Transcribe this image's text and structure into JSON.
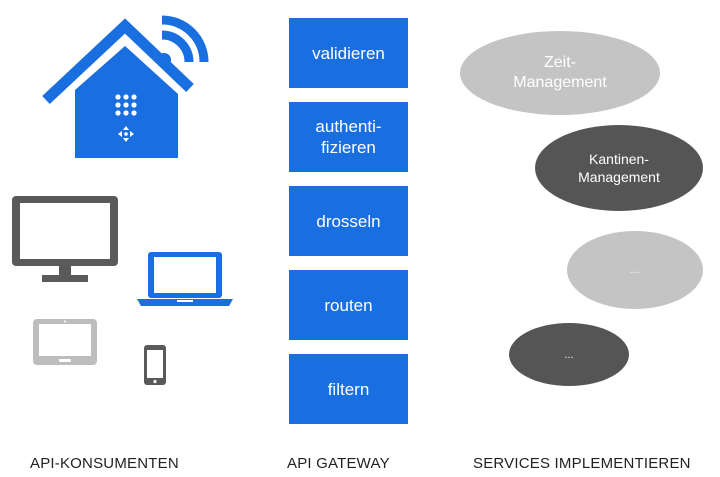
{
  "colors": {
    "blue": "#1a6fe0",
    "dark_gray": "#555555",
    "light_gray": "#c4c4c4",
    "text": "#222222"
  },
  "consumers": {
    "icons": [
      "smart-home-icon",
      "desktop-monitor-icon",
      "laptop-icon",
      "tablet-icon",
      "smartphone-icon"
    ],
    "label": "API-KONSUMENTEN"
  },
  "gateway": {
    "steps": [
      {
        "label": "validieren"
      },
      {
        "label": "authenti-\nfizieren"
      },
      {
        "label": "drosseln"
      },
      {
        "label": "routen"
      },
      {
        "label": "filtern"
      }
    ],
    "label": "API GATEWAY"
  },
  "services": {
    "items": [
      {
        "label": "Zeit-\nManagement",
        "shade": "light"
      },
      {
        "label": "Kantinen-\nManagement",
        "shade": "dark"
      },
      {
        "label": "...",
        "shade": "light"
      },
      {
        "label": "...",
        "shade": "dark"
      }
    ],
    "label": "SERVICES IMPLEMENTIEREN"
  }
}
